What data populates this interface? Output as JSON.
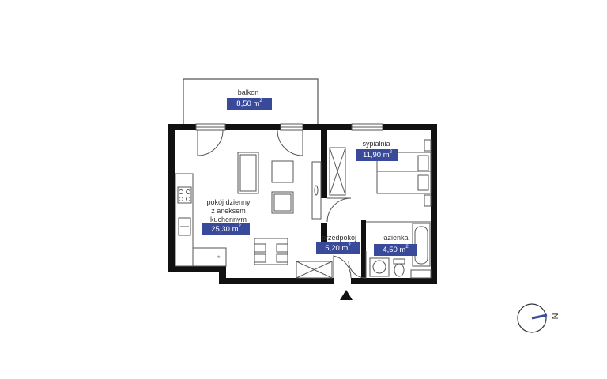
{
  "colors": {
    "wall": "#111111",
    "badge": "#3a4a9b",
    "line": "#444444",
    "compass_needle": "#3a4a9b"
  },
  "rooms": {
    "balcony": {
      "name": "balkon",
      "area": "8,50 m",
      "unit_sup": "2"
    },
    "living": {
      "name_lines": [
        "pokój dzienny",
        "z aneksem",
        "kuchennym"
      ],
      "area": "25,30 m",
      "unit_sup": "2"
    },
    "bedroom": {
      "name": "sypialnia",
      "area": "11,90 m",
      "unit_sup": "2"
    },
    "hall": {
      "name": "przedpokój",
      "area": "5,20 m",
      "unit_sup": "2"
    },
    "bathroom": {
      "name": "łazienka",
      "area": "4,50 m",
      "unit_sup": "2"
    }
  },
  "compass": {
    "letter": "N",
    "icon": "compass-icon"
  },
  "entrance": {
    "icon": "entrance-arrow-icon"
  }
}
